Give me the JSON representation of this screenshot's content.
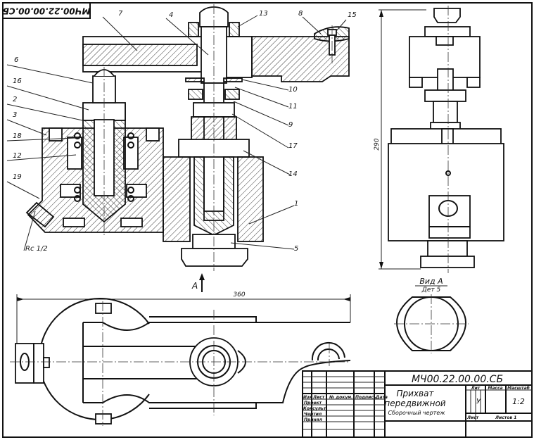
{
  "drawing": {
    "doc_code_corner": "МЧ00.22.00.00.СБ",
    "view_label": "A",
    "view_a_title": "Вид  А",
    "view_a_subtitle": "Дет 5",
    "thread_label": "Rc 1/2",
    "dimension_overall_length": "360",
    "dimension_height": "290",
    "part_callouts": [
      "1",
      "2",
      "3",
      "4",
      "5",
      "6",
      "7",
      "8",
      "9",
      "10",
      "11",
      "12",
      "13",
      "14",
      "15",
      "16",
      "17",
      "18",
      "19"
    ]
  },
  "title_block": {
    "designation": "МЧ00.22.00.00.СБ",
    "name_line1": "Прихват",
    "name_line2": "передвижной",
    "doc_type": "Сборочный чертеж",
    "col_headers": [
      "Изм",
      "Лист",
      "№ докум.",
      "Подпись",
      "Дата"
    ],
    "row_labels": [
      "Проект",
      "Консульт",
      "Чертил",
      "Принял"
    ],
    "lit_label": "Лит",
    "lit_value": "У",
    "mass_label": "Масса",
    "scale_label": "Масштаб",
    "scale_value": "1:2",
    "sheet_label": "Лист",
    "sheets_label": "Листов 1"
  }
}
